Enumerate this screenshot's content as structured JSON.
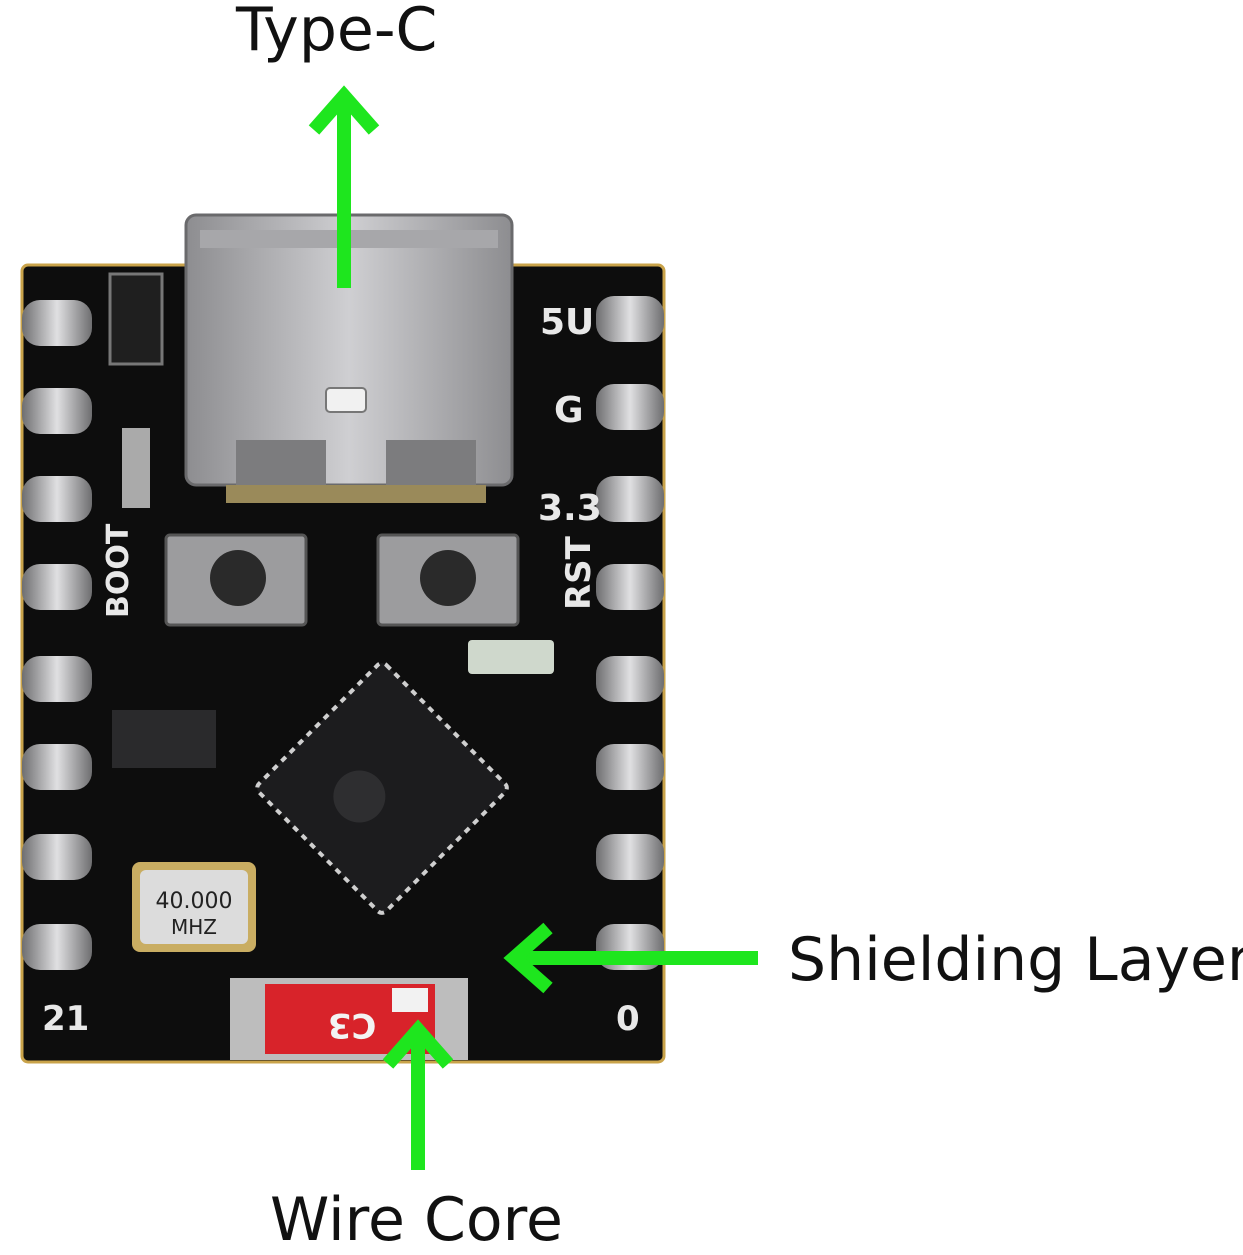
{
  "annotations": {
    "type_c": "Type-C",
    "shielding_layer": "Shielding Layer",
    "wire_core": "Wire Core"
  },
  "silkscreen": {
    "v5": "5U",
    "gnd": "G",
    "v33": "3.3",
    "rst": "RST",
    "boot": "BOOT",
    "pin_left": "21",
    "pin_right": "0",
    "antenna": "C3",
    "crystal_freq": "40.000",
    "crystal_unit": "MHZ"
  },
  "colors": {
    "board": "#0d0d0d",
    "arrow": "#1ee61e",
    "connector": "#b9b9bb",
    "antenna": "#d8232a"
  }
}
